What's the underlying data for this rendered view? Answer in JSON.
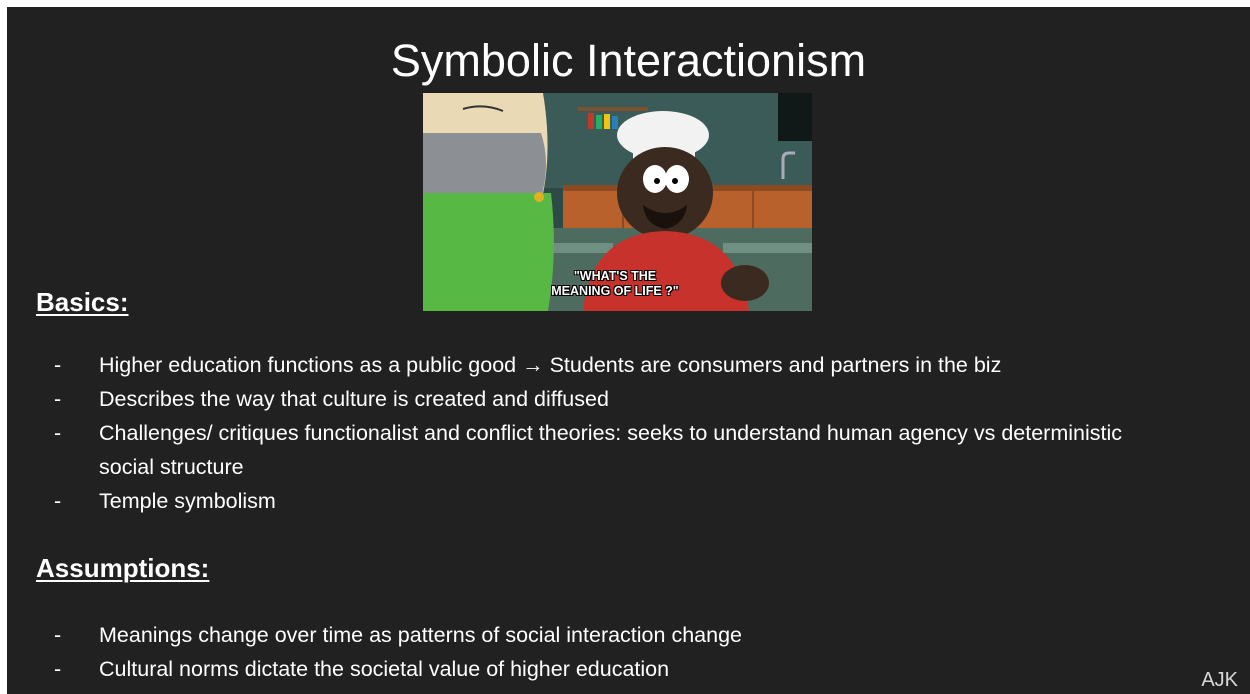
{
  "slide": {
    "title": "Symbolic Interactionism",
    "image": {
      "caption_line1": "\"WHAT'S THE",
      "caption_line2": "MEANING OF LIFE ?\""
    },
    "basics": {
      "heading": "Basics:",
      "items": [
        "Higher education functions as a public good → Students are consumers and partners in the biz",
        "Describes the way that culture is created and diffused",
        "Challenges/ critiques functionalist and conflict theories: seeks to understand human agency vs deterministic social structure",
        "Temple symbolism"
      ]
    },
    "assumptions": {
      "heading": "Assumptions:",
      "items": [
        "Meanings change over time as patterns of social interaction change",
        "Cultural norms dictate the societal value of higher education"
      ]
    },
    "bullet_marker": "-",
    "footer": "AJK"
  },
  "colors": {
    "background": "#212121",
    "text": "#ffffff"
  }
}
